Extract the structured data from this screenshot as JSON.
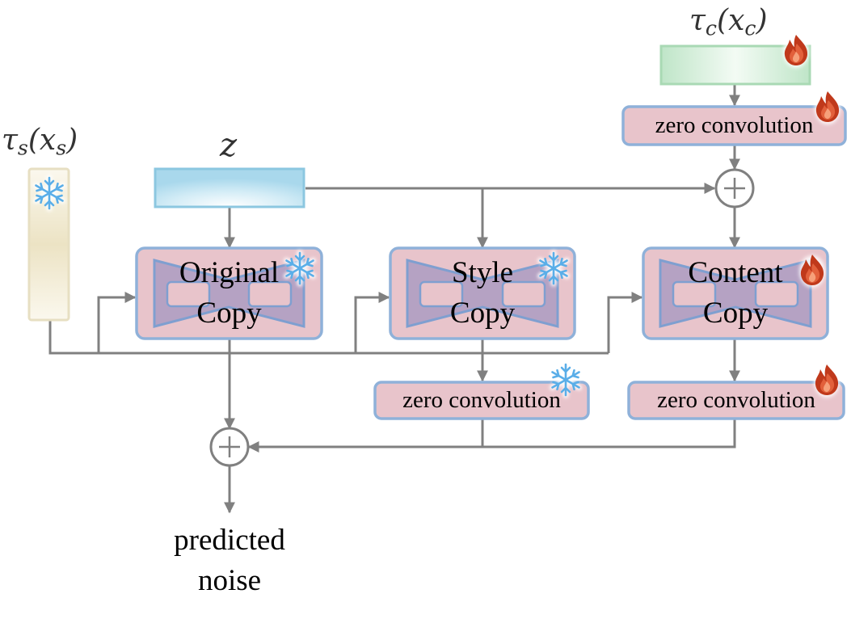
{
  "inputs": {
    "style_embed": {
      "func": "τ",
      "func_sub": "s",
      "arg": "x",
      "arg_sub": "s",
      "frozen": true
    },
    "content_embed": {
      "func": "τ",
      "func_sub": "c",
      "arg": "x",
      "arg_sub": "c",
      "trainable": true
    },
    "latent": {
      "label": "z"
    }
  },
  "blocks": {
    "original": {
      "line1": "Original",
      "line2": "Copy",
      "frozen": true
    },
    "style": {
      "line1": "Style",
      "line2": "Copy",
      "frozen": true
    },
    "content": {
      "line1": "Content",
      "line2": "Copy",
      "trainable": true
    }
  },
  "zero_convs": {
    "top_content": {
      "label": "zero convolution",
      "trainable": true
    },
    "style_out": {
      "label": "zero convolution",
      "frozen": true
    },
    "content_out": {
      "label": "zero convolution",
      "trainable": true
    }
  },
  "output": {
    "line1": "predicted",
    "line2": "noise"
  },
  "icons": {
    "frozen": "snowflake-icon",
    "trainable": "flame-icon",
    "sum": "plus-circle-icon"
  },
  "colors": {
    "block_fill": "#e8c4cb",
    "block_border": "#8fb1d9",
    "unet_fill": "#b5a2c3",
    "unet_border": "#7f9fd0",
    "latent_fill": "#bfe3f0",
    "content_fill": "#cdebd3",
    "style_fill": "#f4efd8",
    "line": "#808080",
    "snowflake": "#5aaee8",
    "flame": "#c0391b"
  }
}
